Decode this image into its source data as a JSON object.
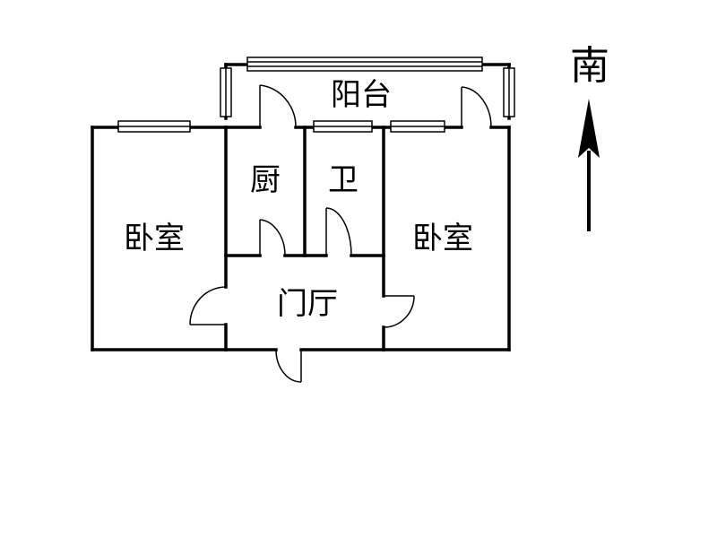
{
  "rooms": {
    "balcony": "阳台",
    "kitchen": "厨",
    "bathroom": "卫",
    "bedroom_left": "卧室",
    "bedroom_right": "卧室",
    "entrance_hall": "门厅"
  },
  "compass": {
    "label": "南"
  }
}
